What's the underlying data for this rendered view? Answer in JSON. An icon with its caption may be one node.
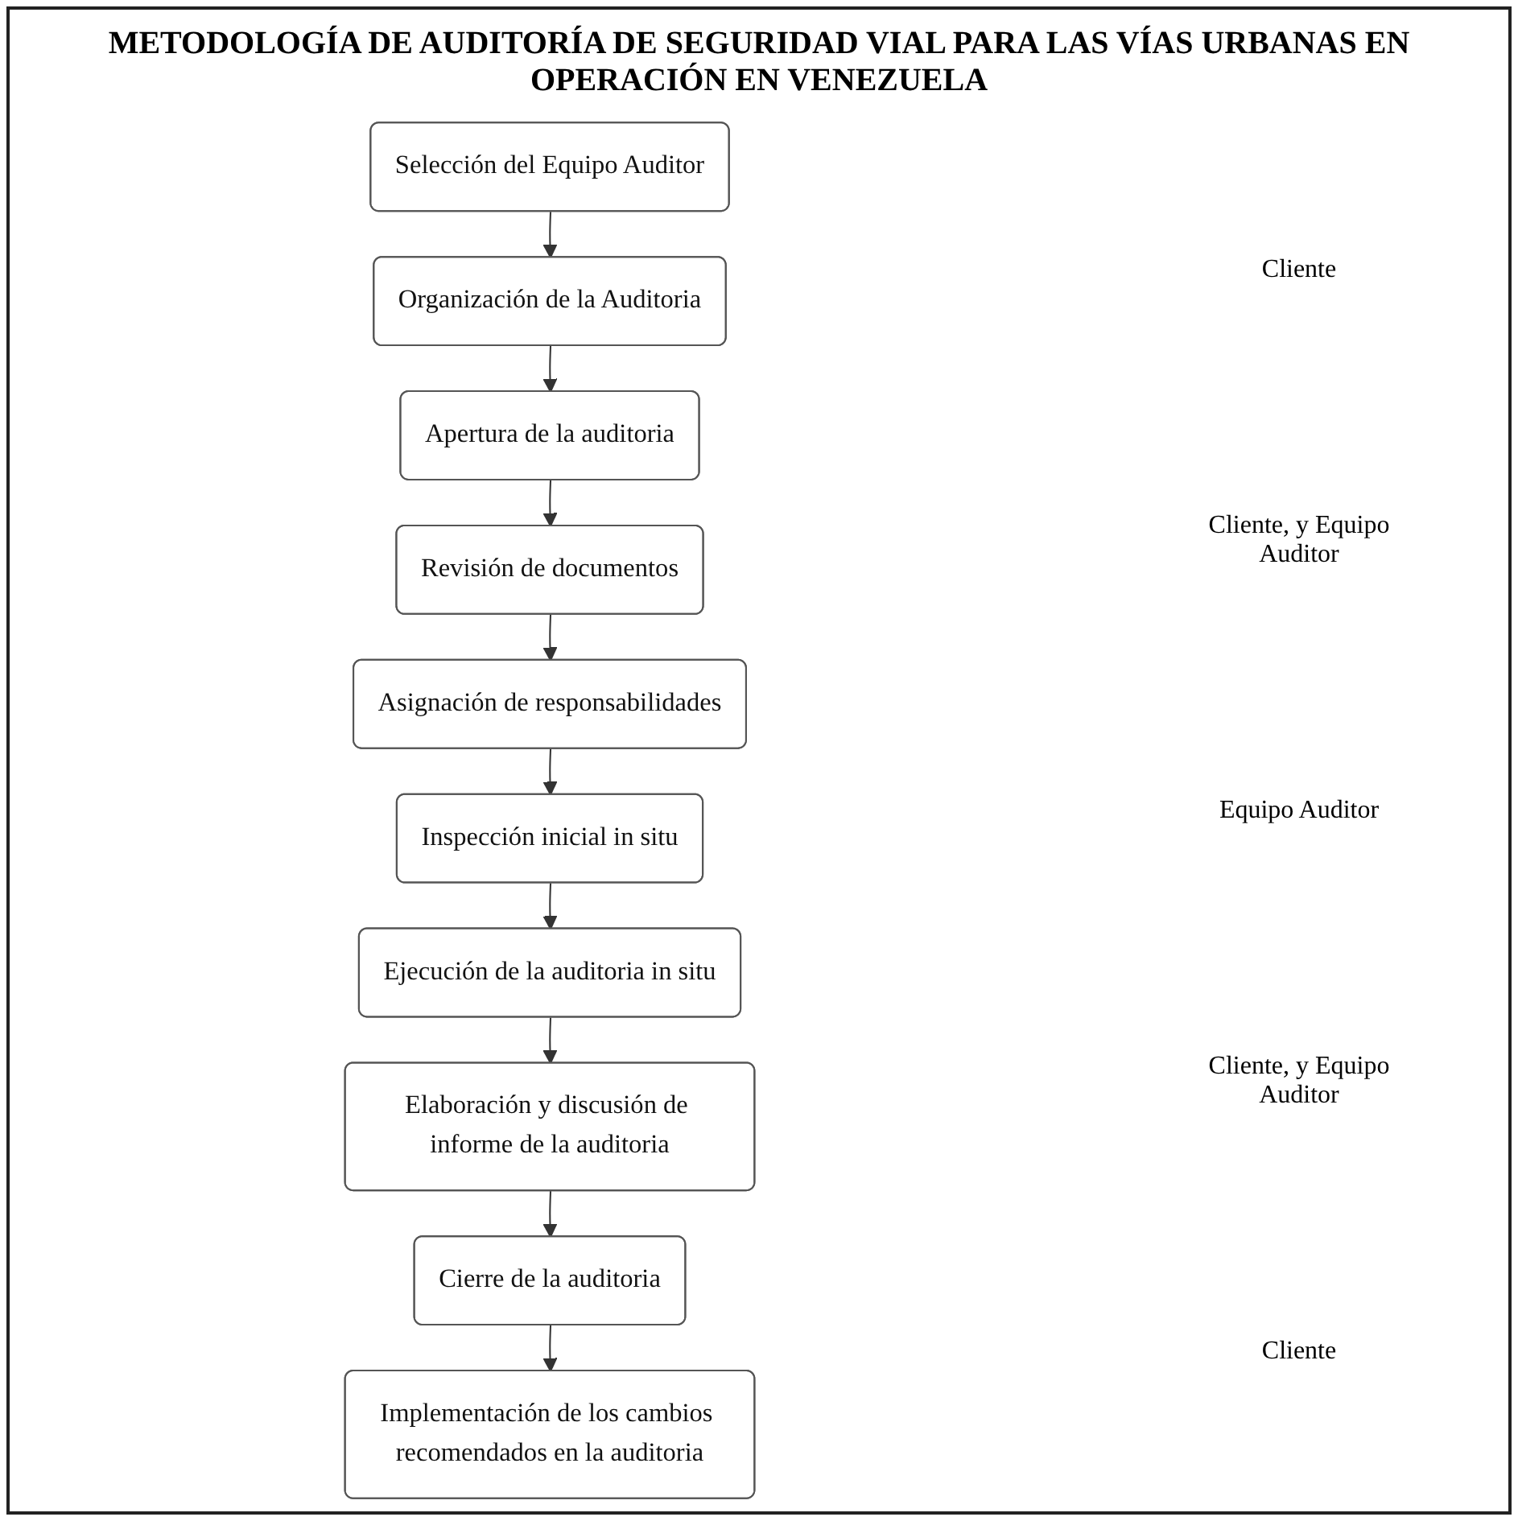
{
  "diagram": {
    "title": "METODOLOGÍA DE AUDITORÍA DE SEGURIDAD VIAL PARA LAS VÍAS URBANAS EN OPERACIÓN EN VENEZUELA",
    "nodes": [
      {
        "text": [
          "Selección del Equipo Auditor"
        ]
      },
      {
        "text": [
          "Organización de la Auditoria"
        ]
      },
      {
        "text": [
          "Apertura de la auditoria"
        ]
      },
      {
        "text": [
          "Revisión de documentos"
        ]
      },
      {
        "text": [
          "Asignación de responsabilidades"
        ]
      },
      {
        "text": [
          "Inspección inicial in situ"
        ]
      },
      {
        "text": [
          "Ejecución de la auditoria in situ"
        ]
      },
      {
        "text": [
          "Elaboración y discusión de informe de la auditoria"
        ]
      },
      {
        "text": [
          "Cierre de la auditoria"
        ]
      },
      {
        "text": [
          "Implementación de los cambios recomendados en la auditoria"
        ]
      }
    ],
    "edges": [
      {
        "from": 0,
        "to": 1,
        "arrow": "to"
      },
      {
        "from": 1,
        "to": 2,
        "arrow": "to"
      },
      {
        "from": 2,
        "to": 3,
        "arrow": "to"
      },
      {
        "from": 3,
        "to": 4,
        "arrow": "to"
      },
      {
        "from": 4,
        "to": 5,
        "arrow": "to"
      },
      {
        "from": 5,
        "to": 6,
        "arrow": "to"
      },
      {
        "from": 6,
        "to": 7,
        "arrow": "to"
      },
      {
        "from": 7,
        "to": 8,
        "arrow": "to"
      },
      {
        "from": 8,
        "to": 9,
        "arrow": "to"
      }
    ],
    "labels": [
      "Cliente",
      "Cliente, y Equipo Auditor",
      "Equipo Auditor",
      "Cliente, y Equipo Auditor",
      "Cliente"
    ]
  }
}
